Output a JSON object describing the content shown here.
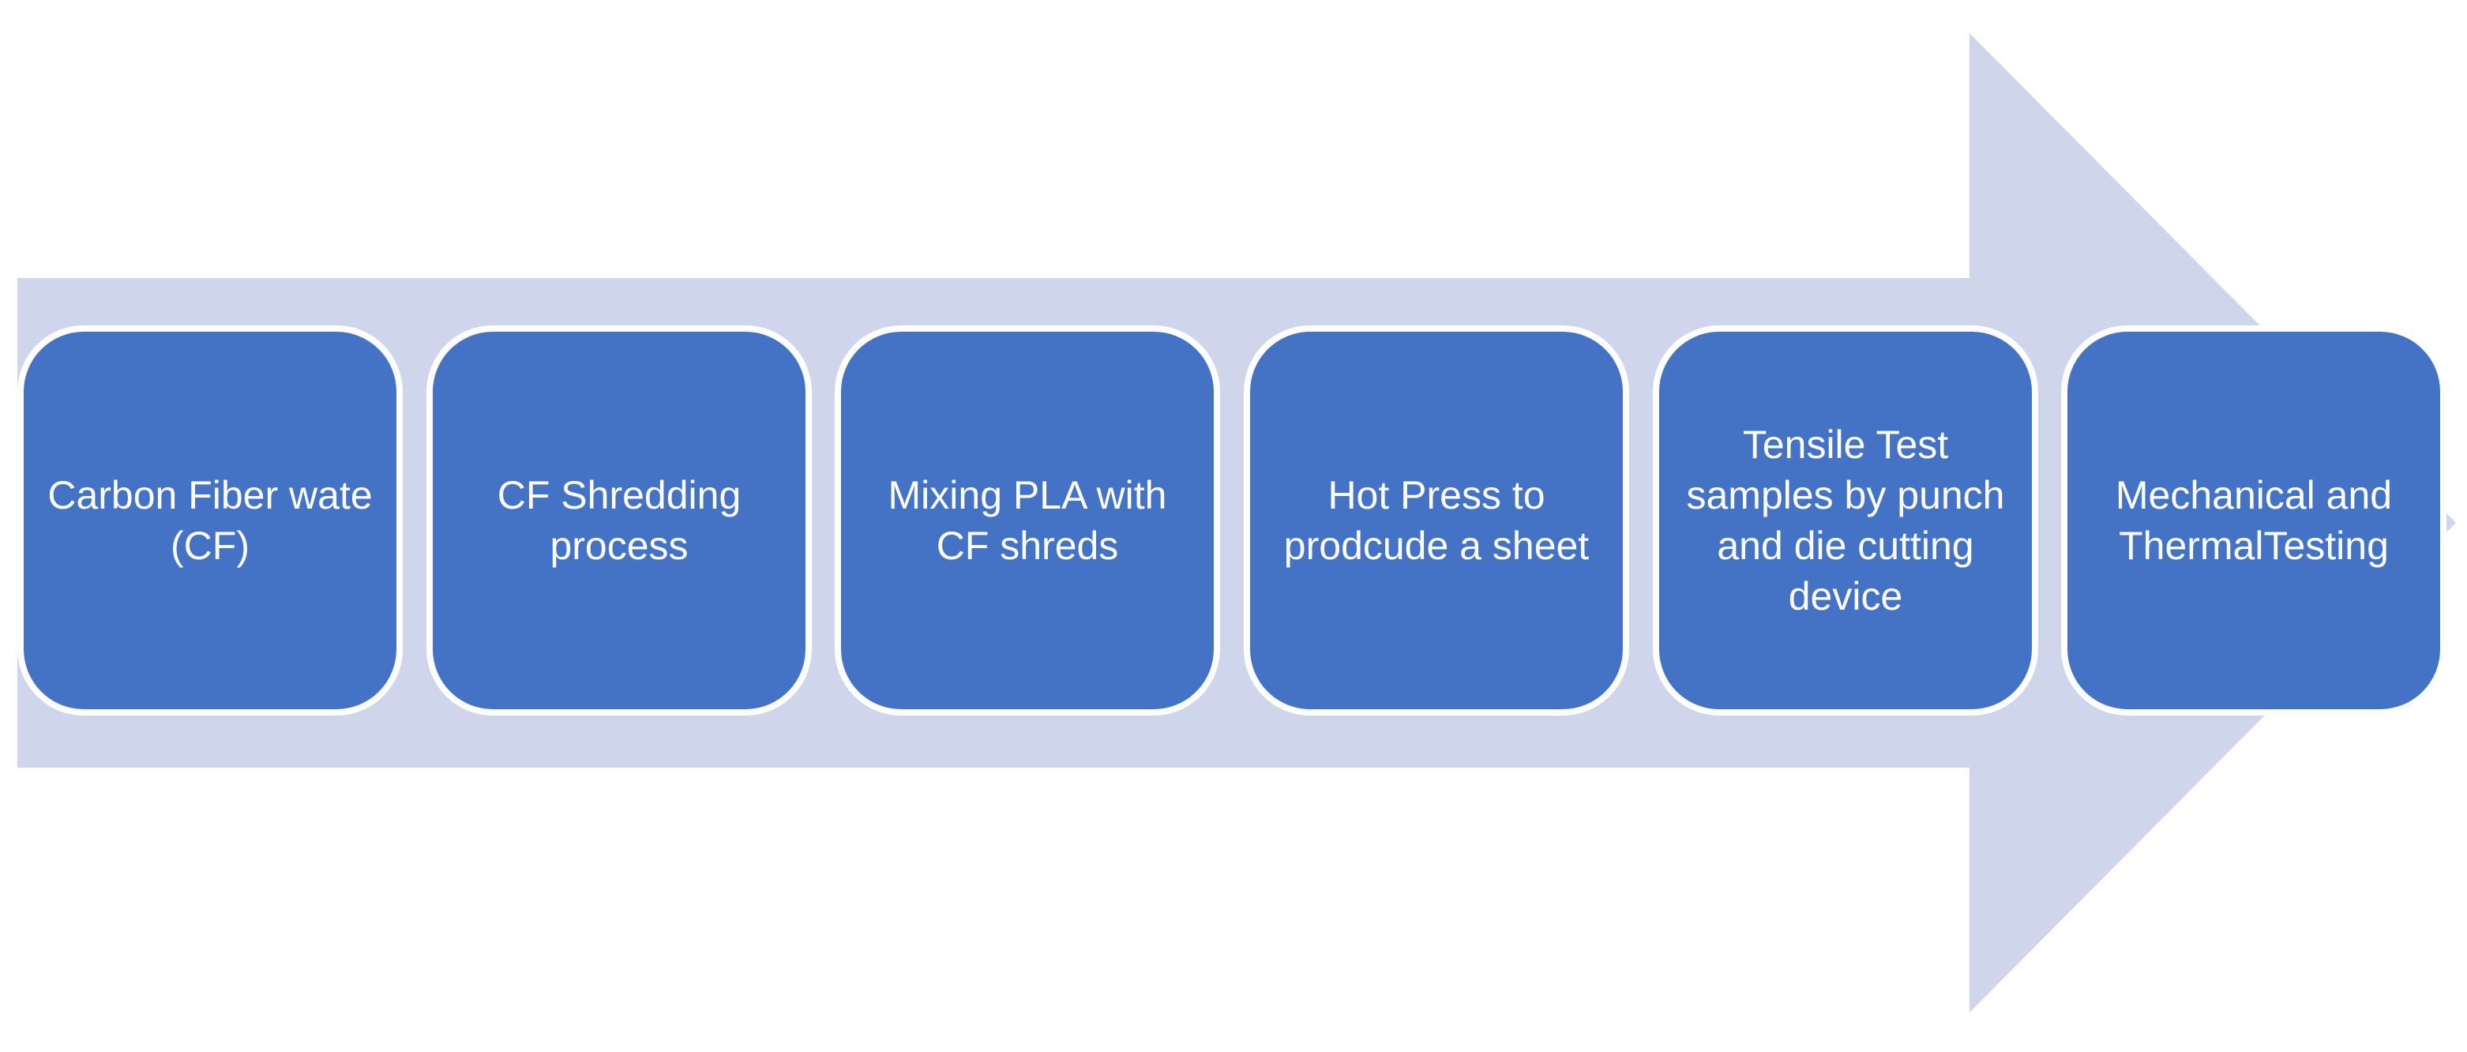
{
  "colors": {
    "arrow": "#cfd5ea",
    "box": "#4472c4",
    "box_border": "#ffffff",
    "text": "#ffffff"
  },
  "steps": [
    {
      "label": "Carbon Fiber wate (CF)"
    },
    {
      "label": "CF Shredding process"
    },
    {
      "label": "Mixing PLA with CF shreds"
    },
    {
      "label": "Hot Press to prodcude a sheet"
    },
    {
      "label": "Tensile Test samples by punch and die cutting device"
    },
    {
      "label": "Mechanical and ThermalTesting"
    }
  ]
}
